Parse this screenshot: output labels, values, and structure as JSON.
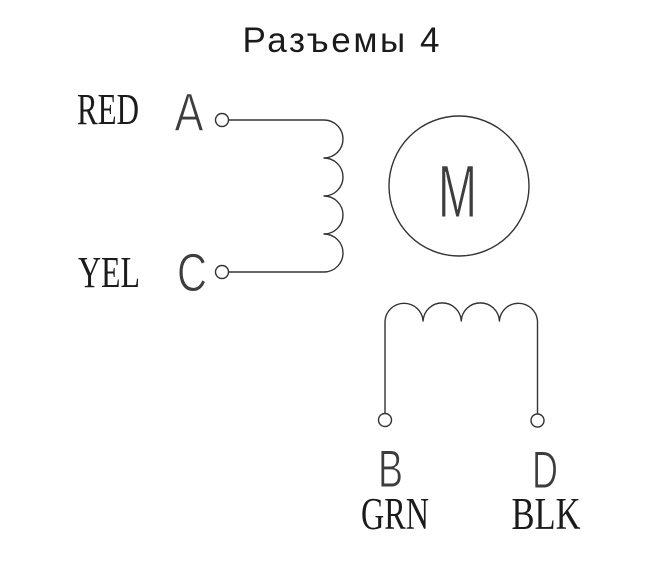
{
  "title": "Разъемы 4",
  "palette": {
    "background": "#ffffff",
    "line": "#333333",
    "text": "#1b1b1b"
  },
  "motor": {
    "label": "M"
  },
  "winding_ac": {
    "terminal_a": {
      "id": "A",
      "wire_color": "RED"
    },
    "terminal_c": {
      "id": "C",
      "wire_color": "YEL"
    }
  },
  "winding_bd": {
    "terminal_b": {
      "id": "B",
      "wire_color": "GRN"
    },
    "terminal_d": {
      "id": "D",
      "wire_color": "BLK"
    }
  }
}
